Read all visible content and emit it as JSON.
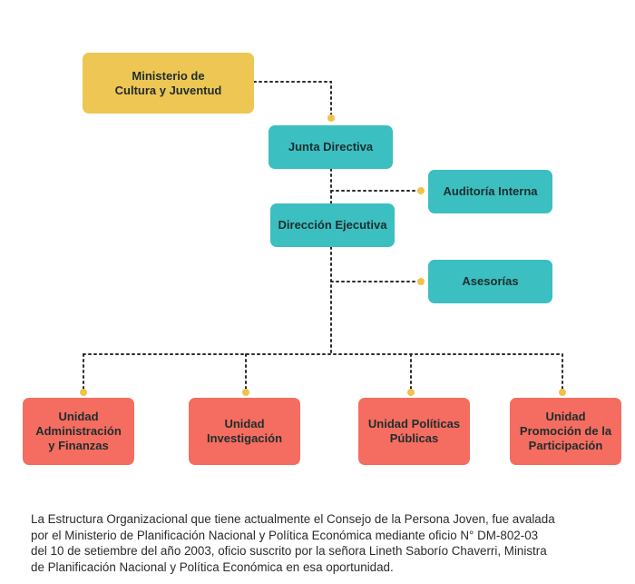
{
  "colors": {
    "ministry": "#eec654",
    "teal": "#3bbfc1",
    "unit": "#f46d60",
    "connector": "#2b2b2b",
    "dot": "#f0c24a"
  },
  "nodes": {
    "ministerio": "Ministerio de\nCultura y Juventud",
    "junta": "Junta Directiva",
    "auditoria": "Auditoría Interna",
    "direccion": "Dirección Ejecutiva",
    "asesorias": "Asesorías",
    "unidad_admin": "Unidad\nAdministración\ny Finanzas",
    "unidad_invest": "Unidad\nInvestigación",
    "unidad_politicas": "Unidad Políticas\nPúblicas",
    "unidad_promocion": "Unidad\nPromoción de la\nParticipación"
  },
  "caption": [
    "La Estructura Organizacional que tiene actualmente el Consejo de la Persona Joven, fue avalada",
    "por el Ministerio de Planificación Nacional y Política Económica mediante oficio N° DM-802-03",
    "del 10 de setiembre del año 2003, oficio suscrito por la señora Lineth Saborío Chaverri, Ministra",
    "de Planificación Nacional y Política Económica en esa oportunidad."
  ]
}
